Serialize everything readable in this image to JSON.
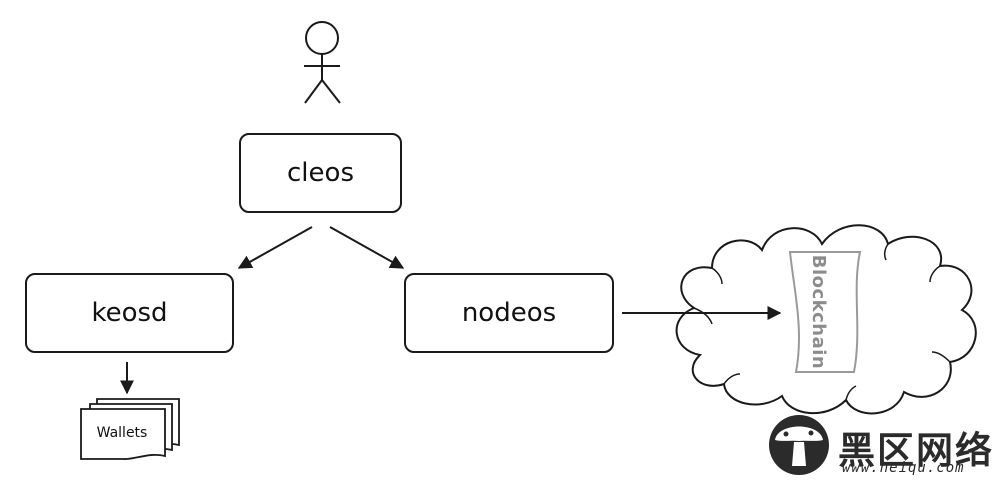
{
  "nodes": {
    "cleos": "cleos",
    "keosd": "keosd",
    "nodeos": "nodeos",
    "wallets": "Wallets",
    "blockchain": "Blockchain"
  },
  "watermark": {
    "site_name": "黑区网络",
    "url": "www.heiqu.com"
  },
  "icons": [
    "user-stick-figure-icon",
    "wallets-stack-icon",
    "cloud-icon",
    "scroll-icon",
    "mushroom-logo-icon"
  ],
  "colors": {
    "line": "#1a1a1a",
    "scroll_text": "#8c8c8c",
    "watermark": "#2b2b2b"
  }
}
